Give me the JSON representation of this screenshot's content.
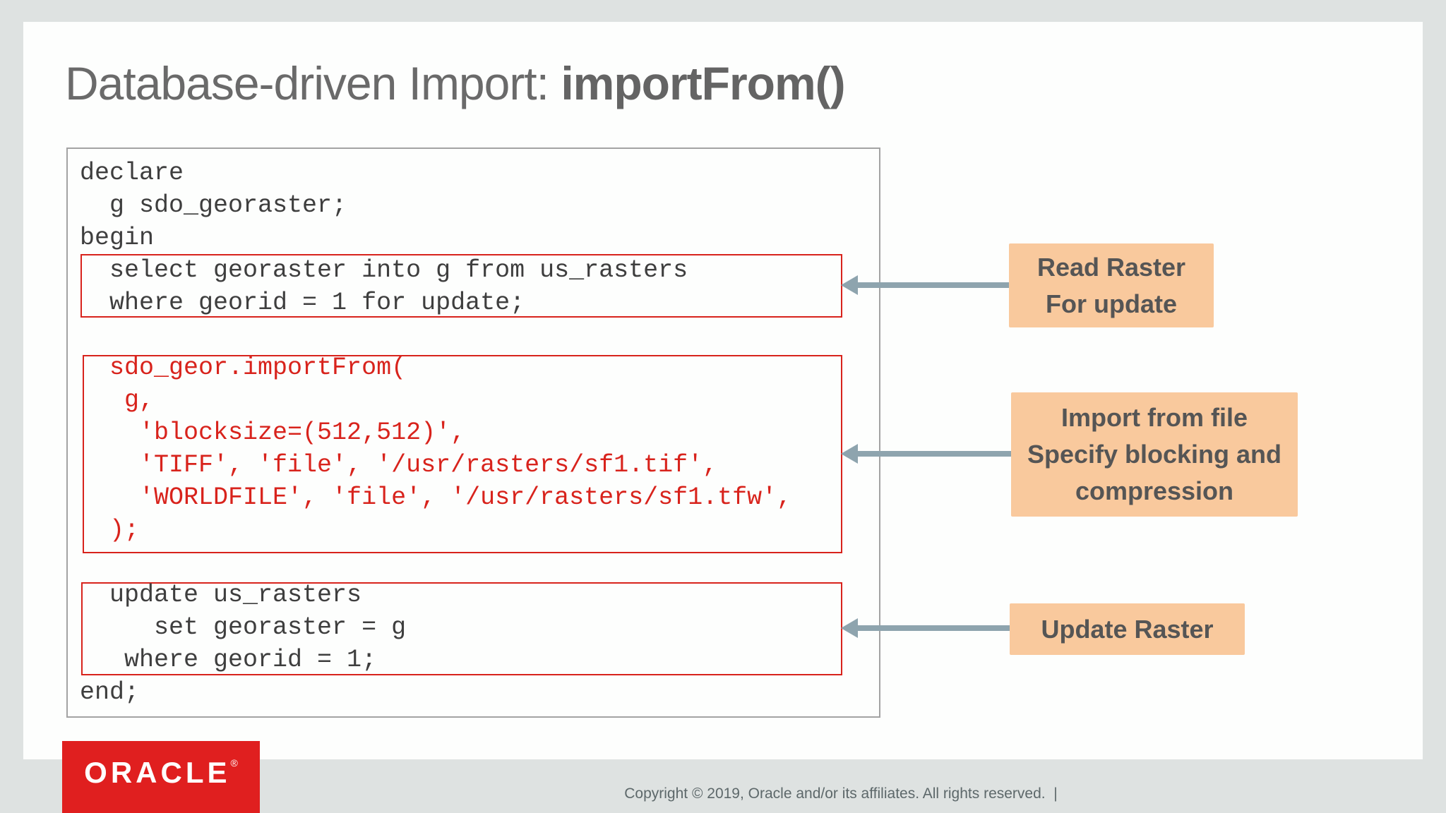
{
  "slide": {
    "title_regular": "Database-driven Import: ",
    "title_bold": "importFrom()"
  },
  "code": {
    "lines": [
      "declare",
      "  g sdo_georaster;",
      "begin",
      "  select georaster into g from us_rasters",
      "  where georid = 1 for update;",
      "",
      "  sdo_geor.importFrom(",
      "   g,",
      "    'blocksize=(512,512)',",
      "    'TIFF', 'file', '/usr/rasters/sf1.tif',",
      "    'WORLDFILE', 'file', '/usr/rasters/sf1.tfw',",
      "  );",
      "",
      "  update us_rasters",
      "     set georaster = g",
      "   where georid = 1;",
      "end;"
    ]
  },
  "callouts": [
    {
      "lines": [
        "Read Raster",
        "For update"
      ]
    },
    {
      "lines": [
        "Import from file",
        "Specify blocking and",
        "compression"
      ]
    },
    {
      "lines": [
        "Update Raster"
      ]
    }
  ],
  "footer": {
    "brand": "ORACLE",
    "registered": "®",
    "copyright": "Copyright © 2019, Oracle and/or its affiliates. All rights reserved.  |"
  },
  "colors": {
    "page_background": "#dee2e1",
    "slide_background": "#fdfefd",
    "title_text": "#6a6a6a",
    "code_text": "#3e3e3e",
    "code_highlight_text": "#d8231c",
    "highlight_border": "#d8231c",
    "code_block_border": "#a3a3a3",
    "callout_background": "#f9c99d",
    "callout_text": "#555555",
    "arrow": "#8ea4ae",
    "oracle_red": "#e01f1f",
    "copyright_text": "#5d686a"
  }
}
